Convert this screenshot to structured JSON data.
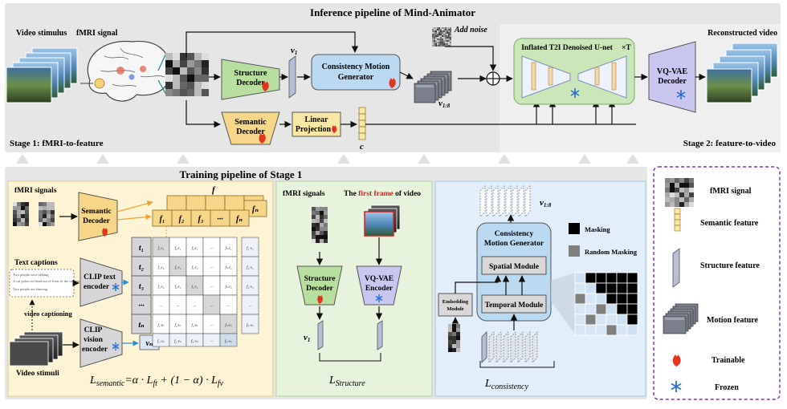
{
  "inference": {
    "title": "Inference pipeline of Mind-Animator",
    "video_stimulus": "Video stimulus",
    "fmri_signal": "fMRI signal",
    "structure_decoder": [
      "Structure",
      "Decoder"
    ],
    "v1": "v",
    "v1_sub": "1",
    "cmg": [
      "Consistency Motion",
      "Generator"
    ],
    "add_noise": "Add noise",
    "v18": "v",
    "v18_sub": "1:8",
    "semantic_decoder": [
      "Semantic",
      "Decoder"
    ],
    "linear_projection": [
      "Linear",
      "Projection"
    ],
    "c_label": "c",
    "inflated": "Inflated T2I Denoised U-net",
    "times_t": "×T",
    "vqvae_decoder": [
      "VQ-VAE",
      "Decoder"
    ],
    "reconstructed": "Reconstructed video",
    "stage1": "Stage 1: fMRI-to-feature",
    "stage2": "Stage 2: feature-to-video"
  },
  "training": {
    "title": "Training pipeline of Stage 1",
    "panel1": {
      "fmri_signals": "fMRI signals",
      "semantic_decoder": [
        "Semantic",
        "Decoder"
      ],
      "f_label": "f",
      "f_tokens": [
        "f₁",
        "f₂",
        "f₃",
        "···",
        "fₙ"
      ],
      "text_captions": "Text captions",
      "captions": [
        "Two people were talking",
        "A cat pokes its head out of front of the camera",
        "Two people are dancing"
      ],
      "clip_text": [
        "CLIP text",
        "encoder"
      ],
      "video_captioning": "video captioning",
      "clip_vision": [
        "CLIP",
        "vision",
        "encoder"
      ],
      "video_stimuli": "Video stimuli",
      "t_tokens": [
        "t₁",
        "t₂",
        "t₃",
        "···",
        "tₙ"
      ],
      "v_n": "vₙ",
      "matrix_rows": [
        [
          "f₁·t₁",
          "f₂·t₁",
          "f₃·t₁",
          "···",
          "fₙ·t₁",
          "f₁·v₁"
        ],
        [
          "f₁·t₂",
          "f₂·t₂",
          "f₃·t₂",
          "···",
          "fₙ·t₂",
          "f₂·v₂"
        ],
        [
          "f₁·t₃",
          "f₂·t₃",
          "f₃·t₃",
          "···",
          "fₙ·t₃",
          "f₃·v₃"
        ],
        [
          "···",
          "···",
          "···",
          "···",
          "···",
          "···"
        ],
        [
          "f₁·tₙ",
          "f₂·tₙ",
          "f₃·tₙ",
          "···",
          "fₙ·tₙ",
          "fₙ·vₙ"
        ],
        [
          "f₁·vₙ",
          "f₂·vₙ",
          "f₃·vₙ",
          "···",
          "fₙ·vₙ",
          ""
        ]
      ],
      "loss": "L",
      "loss_sub": "semantic",
      "loss_rest": "=α · L",
      "loss_sub2": "ft",
      "loss_rest2": " + (1 − α) · L",
      "loss_sub3": "fv"
    },
    "panel2": {
      "fmri_signals": "fMRI signals",
      "first_frame_pre": "The ",
      "first_frame_red": "first frame",
      "first_frame_post": " of video",
      "structure_decoder": [
        "Structure",
        "Decoder"
      ],
      "vqvae_encoder": [
        "VQ-VAE",
        "Encoder"
      ],
      "v1": "v",
      "v1_sub": "1",
      "loss": "L",
      "loss_sub": "Structure"
    },
    "panel3": {
      "v18": "v",
      "v18_sub": "1:8",
      "cmg": [
        "Consistency",
        "Motion Generator"
      ],
      "spatial": "Spatial Module",
      "temporal": "Temporal Module",
      "embedding": [
        "Embedding",
        "Module"
      ],
      "masking": "Masking",
      "random_masking": "Random Masking",
      "loss": "L",
      "loss_sub": "consistency"
    }
  },
  "legend": {
    "items": [
      "fMRI signal",
      "Semantic feature",
      "Structure feature",
      "Motion feature",
      "Trainable",
      "Frozen"
    ]
  },
  "colors": {
    "inference_bg": "#e6e6e6",
    "panel_yellow": "#fdf3d5",
    "panel_green": "#e7f3dc",
    "panel_blue": "#e2eef9",
    "decoder_yellow": "#f6d78a",
    "decoder_green": "#b9dfa0",
    "cmg_blue": "#bcd9f2",
    "unet_green": "#cbe6b8",
    "vq_purple": "#c9c6ef",
    "legend_border": "#7b3fa0",
    "flame": "#e2361c",
    "snow": "#2c6fd1"
  }
}
